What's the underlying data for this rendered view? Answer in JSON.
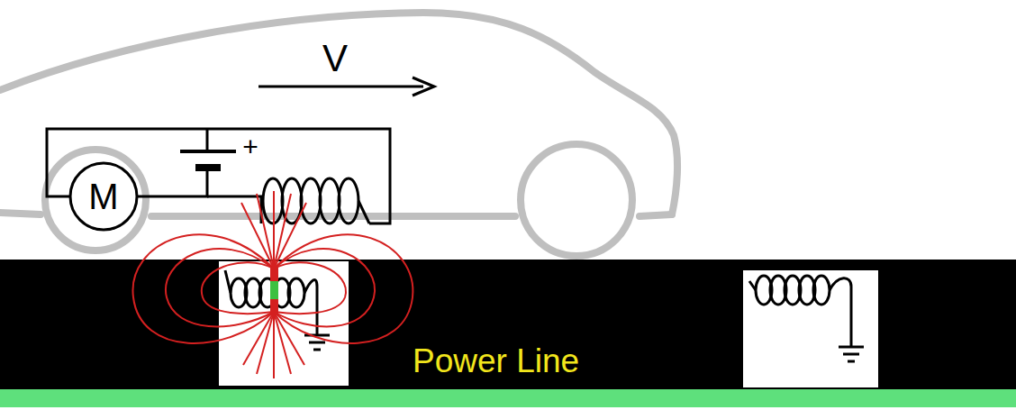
{
  "diagram": {
    "nodes": [
      {
        "text": [
          "M"
        ]
      }
    ],
    "labels": [
      "V",
      "+",
      "Power Line"
    ]
  }
}
